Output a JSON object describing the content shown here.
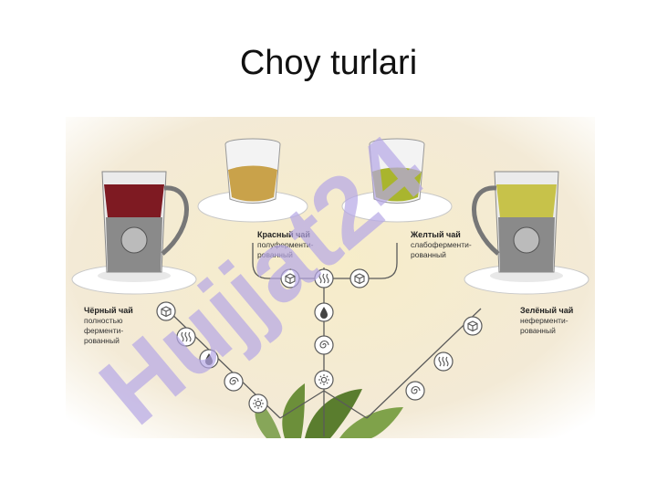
{
  "slide": {
    "title": "Choy turlari"
  },
  "watermark": {
    "text": "Hujjat24",
    "color": "#b5a6e6"
  },
  "colors": {
    "background_wash": "#f4ead0",
    "line": "#5a5a5a"
  },
  "teas": [
    {
      "name": "Чёрный чай",
      "desc1": "полностью",
      "desc2": "ферменти-",
      "desc3": "рованный",
      "liquid": "#7e1a22"
    },
    {
      "name": "Красный чай",
      "desc1": "полуферменти-",
      "desc2": "рованный",
      "desc3": "",
      "liquid": "#c9a24a"
    },
    {
      "name": "Желтый чай",
      "desc1": "слабоферменти-",
      "desc2": "рованный",
      "desc3": "",
      "liquid": "#a9b52e"
    },
    {
      "name": "Зелёный чай",
      "desc1": "неферменти-",
      "desc2": "рованный",
      "desc3": "",
      "liquid": "#c7c24a"
    }
  ],
  "process_icons": [
    "cube-icon",
    "steam-icon",
    "drop-icon",
    "swirl-icon",
    "sun-icon"
  ]
}
